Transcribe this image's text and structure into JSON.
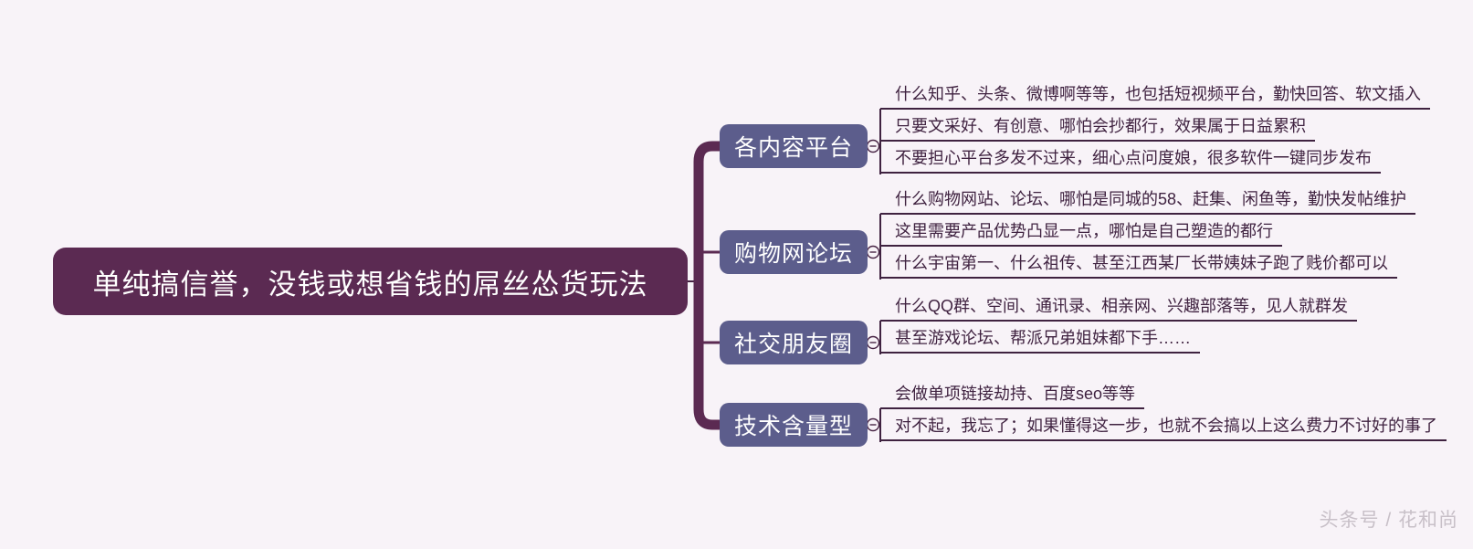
{
  "root": {
    "label": "单纯搞信誉，没钱或想省钱的屌丝怂货玩法"
  },
  "branches": [
    {
      "label": "各内容平台",
      "leaves": [
        "什么知乎、头条、微博啊等等，也包括短视频平台，勤快回答、软文插入",
        "只要文采好、有创意、哪怕会抄都行，效果属于日益累积",
        "不要担心平台多发不过来，细心点问度娘，很多软件一键同步发布"
      ]
    },
    {
      "label": "购物网论坛",
      "leaves": [
        "什么购物网站、论坛、哪怕是同城的58、赶集、闲鱼等，勤快发帖维护",
        "这里需要产品优势凸显一点，哪怕是自己塑造的都行",
        "什么宇宙第一、什么祖传、甚至江西某厂长带姨妹子跑了贱价都可以"
      ]
    },
    {
      "label": "社交朋友圈",
      "leaves": [
        "什么QQ群、空间、通讯录、相亲网、兴趣部落等，见人就群发",
        "甚至游戏论坛、帮派兄弟姐妹都下手……"
      ]
    },
    {
      "label": "技术含量型",
      "leaves": [
        "会做单项链接劫持、百度seo等等",
        "对不起，我忘了；如果懂得这一步，也就不会搞以上这么费力不讨好的事了"
      ]
    }
  ],
  "watermark": "头条号 / 花和尚",
  "colors": {
    "background": "#f8f3f8",
    "root_node_bg": "#5b2a52",
    "branch_node_bg": "#5c5d8c",
    "connector_line": "#472344",
    "leaf_text": "#3f2240",
    "watermark_text": "#c8c0c8"
  }
}
